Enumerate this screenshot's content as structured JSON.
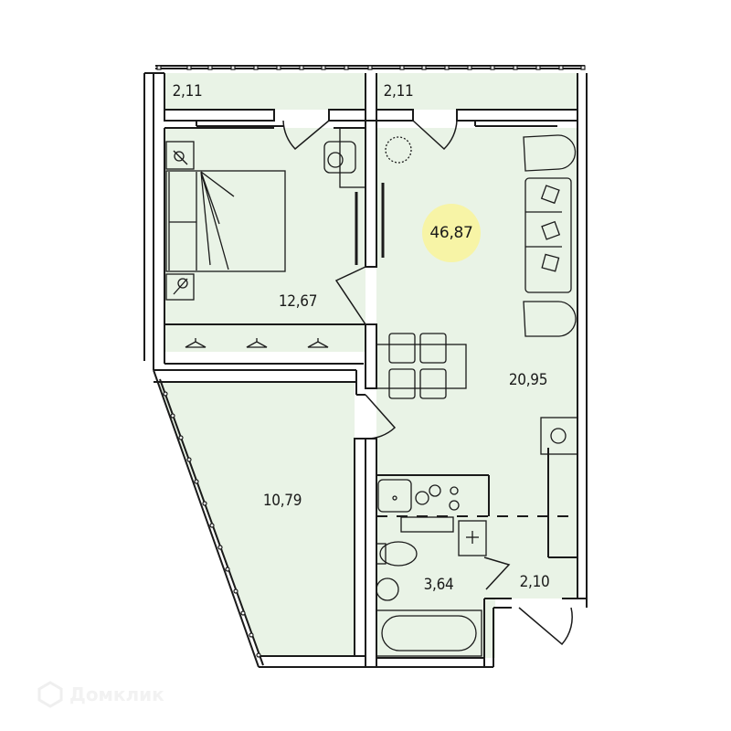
{
  "floorplan": {
    "total_area": "46,87",
    "total_badge_color": "#f7f4a6",
    "floor_color": "#e9f3e6",
    "wall_color": "#1a1a1a",
    "rooms": [
      {
        "name": "balcony-left",
        "area": "2,11"
      },
      {
        "name": "balcony-right",
        "area": "2,11"
      },
      {
        "name": "bedroom",
        "area": "12,67"
      },
      {
        "name": "living-kitchen",
        "area": "20,95"
      },
      {
        "name": "loggia",
        "area": "10,79"
      },
      {
        "name": "bathroom",
        "area": "3,64"
      },
      {
        "name": "hallway",
        "area": "2,10"
      }
    ]
  },
  "watermark": {
    "text": "Домклик",
    "icon": "domclick-logo-icon"
  }
}
